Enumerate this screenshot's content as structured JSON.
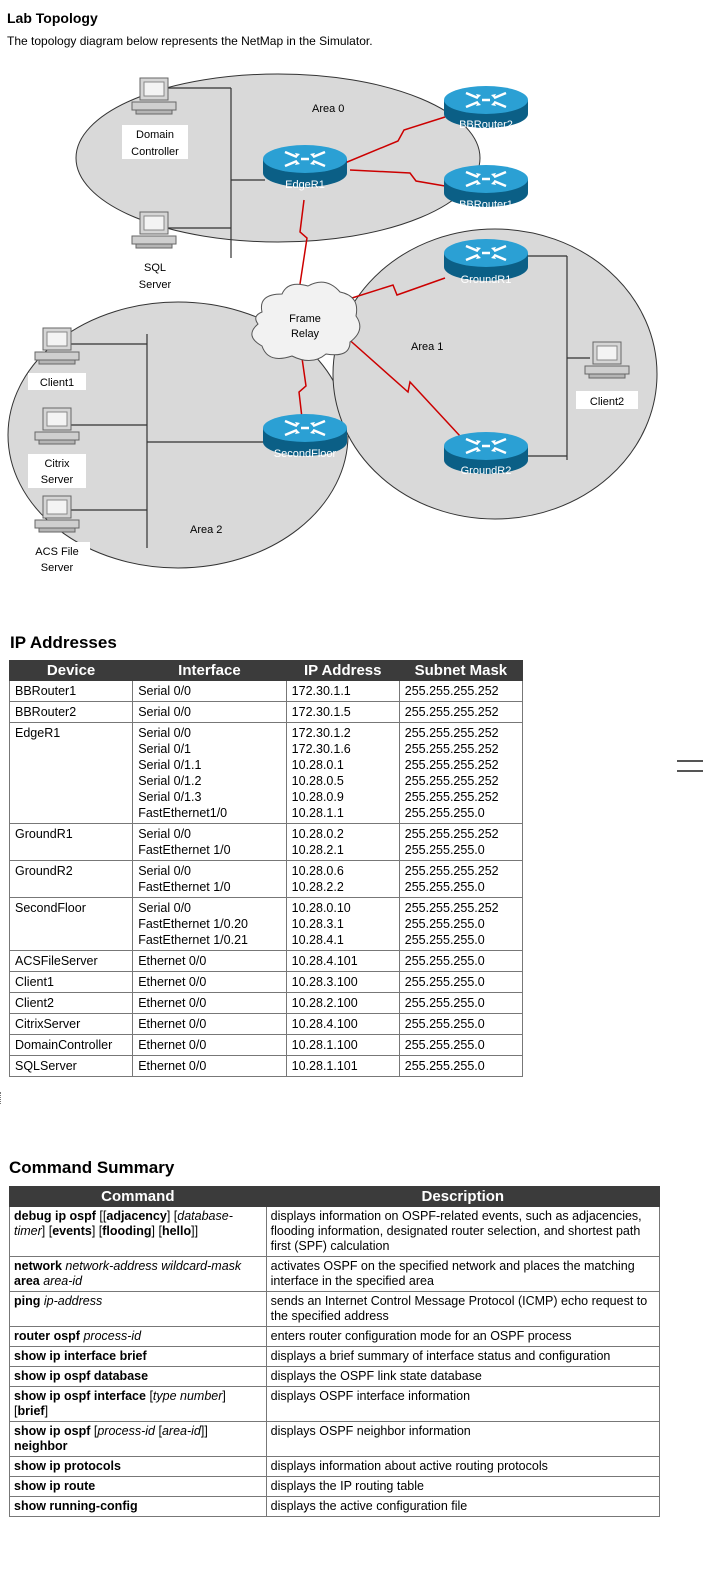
{
  "header": {
    "title": "Lab Topology",
    "intro": "The topology diagram below represents the NetMap in the Simulator."
  },
  "diagram": {
    "areas": {
      "area0": "Area 0",
      "area1": "Area 1",
      "area2": "Area 2"
    },
    "cloud": {
      "line1": "Frame",
      "line2": "Relay"
    },
    "routers": {
      "bbrouter2": "BBRouter2",
      "bbrouter1": "BBRouter1",
      "edger1": "EdgeR1",
      "groundr1": "GroundR1",
      "groundr2": "GroundR2",
      "secondfloor": "SecondFloor"
    },
    "hosts": {
      "domain": {
        "line1": "Domain",
        "line2": "Controller"
      },
      "sql": {
        "line1": "SQL",
        "line2": "Server"
      },
      "client1": {
        "line1": "Client1"
      },
      "citrix": {
        "line1": "Citrix",
        "line2": "Server"
      },
      "acs": {
        "line1": "ACS File",
        "line2": "Server"
      },
      "client2": {
        "line1": "Client2"
      }
    },
    "colors": {
      "area_fill": "#d9d9d9",
      "router": "#1a8fc1",
      "serial_link": "#cc0000"
    }
  },
  "ip_section": {
    "title": "IP Addresses",
    "headers": [
      "Device",
      "Interface",
      "IP Address",
      "Subnet Mask"
    ],
    "rows": [
      {
        "device": "BBRouter1",
        "interfaces": [
          "Serial 0/0"
        ],
        "ips": [
          "172.30.1.1"
        ],
        "masks": [
          "255.255.255.252"
        ]
      },
      {
        "device": "BBRouter2",
        "interfaces": [
          "Serial 0/0"
        ],
        "ips": [
          "172.30.1.5"
        ],
        "masks": [
          "255.255.255.252"
        ]
      },
      {
        "device": "EdgeR1",
        "interfaces": [
          "Serial 0/0",
          "Serial 0/1",
          "Serial 0/1.1",
          "Serial 0/1.2",
          "Serial 0/1.3",
          "FastEthernet1/0"
        ],
        "ips": [
          "172.30.1.2",
          "172.30.1.6",
          "10.28.0.1",
          "10.28.0.5",
          "10.28.0.9",
          "10.28.1.1"
        ],
        "masks": [
          "255.255.255.252",
          "255.255.255.252",
          "255.255.255.252",
          "255.255.255.252",
          "255.255.255.252",
          "255.255.255.0"
        ]
      },
      {
        "device": "GroundR1",
        "interfaces": [
          "Serial 0/0",
          "FastEthernet 1/0"
        ],
        "ips": [
          "10.28.0.2",
          "10.28.2.1"
        ],
        "masks": [
          "255.255.255.252",
          "255.255.255.0"
        ]
      },
      {
        "device": "GroundR2",
        "interfaces": [
          "Serial 0/0",
          "FastEthernet 1/0"
        ],
        "ips": [
          "10.28.0.6",
          "10.28.2.2"
        ],
        "masks": [
          "255.255.255.252",
          "255.255.255.0"
        ]
      },
      {
        "device": "SecondFloor",
        "interfaces": [
          "Serial 0/0",
          "FastEthernet 1/0.20",
          "FastEthernet 1/0.21"
        ],
        "ips": [
          "10.28.0.10",
          "10.28.3.1",
          "10.28.4.1"
        ],
        "masks": [
          "255.255.255.252",
          "255.255.255.0",
          "255.255.255.0"
        ]
      },
      {
        "device": "ACSFileServer",
        "interfaces": [
          "Ethernet 0/0"
        ],
        "ips": [
          "10.28.4.101"
        ],
        "masks": [
          "255.255.255.0"
        ]
      },
      {
        "device": "Client1",
        "interfaces": [
          "Ethernet 0/0"
        ],
        "ips": [
          "10.28.3.100"
        ],
        "masks": [
          "255.255.255.0"
        ]
      },
      {
        "device": "Client2",
        "interfaces": [
          "Ethernet 0/0"
        ],
        "ips": [
          "10.28.2.100"
        ],
        "masks": [
          "255.255.255.0"
        ]
      },
      {
        "device": "CitrixServer",
        "interfaces": [
          "Ethernet 0/0"
        ],
        "ips": [
          "10.28.4.100"
        ],
        "masks": [
          "255.255.255.0"
        ]
      },
      {
        "device": "DomainController",
        "interfaces": [
          "Ethernet 0/0"
        ],
        "ips": [
          "10.28.1.100"
        ],
        "masks": [
          "255.255.255.0"
        ]
      },
      {
        "device": "SQLServer",
        "interfaces": [
          "Ethernet 0/0"
        ],
        "ips": [
          "10.28.1.101"
        ],
        "masks": [
          "255.255.255.0"
        ]
      }
    ]
  },
  "cmd_section": {
    "title": "Command Summary",
    "headers": [
      "Command",
      "Description"
    ],
    "rows": [
      {
        "cmd": [
          [
            "b",
            "debug ip ospf "
          ],
          [
            "n",
            "[["
          ],
          [
            "b",
            "adjacency"
          ],
          [
            "n",
            "] ["
          ],
          [
            "i",
            "database-timer"
          ],
          [
            "n",
            "] ["
          ],
          [
            "b",
            "events"
          ],
          [
            "n",
            "] ["
          ],
          [
            "b",
            "flooding"
          ],
          [
            "n",
            "] ["
          ],
          [
            "b",
            "hello"
          ],
          [
            "n",
            "]]"
          ]
        ],
        "desc": "displays information on OSPF-related events, such as adjacencies, flooding information, designated router selection, and shortest path first (SPF) calculation"
      },
      {
        "cmd": [
          [
            "b",
            "network "
          ],
          [
            "i",
            "network-address wildcard-mask "
          ],
          [
            "b",
            "area "
          ],
          [
            "i",
            "area-id"
          ]
        ],
        "desc": "activates OSPF on the specified network and places the matching interface in the specified area"
      },
      {
        "cmd": [
          [
            "b",
            "ping "
          ],
          [
            "i",
            "ip-address"
          ]
        ],
        "desc": "sends an Internet Control Message Protocol (ICMP) echo request to the specified address"
      },
      {
        "cmd": [
          [
            "b",
            "router ospf "
          ],
          [
            "i",
            "process-id"
          ]
        ],
        "desc": "enters router configuration mode for an OSPF process"
      },
      {
        "cmd": [
          [
            "b",
            "show ip interface brief"
          ]
        ],
        "desc": "displays a brief summary of interface status and configuration"
      },
      {
        "cmd": [
          [
            "b",
            "show ip ospf database"
          ]
        ],
        "desc": "displays the OSPF link state database"
      },
      {
        "cmd": [
          [
            "b",
            "show ip ospf interface "
          ],
          [
            "n",
            "["
          ],
          [
            "i",
            "type number"
          ],
          [
            "n",
            "] ["
          ],
          [
            "b",
            "brief"
          ],
          [
            "n",
            "]"
          ]
        ],
        "desc": "displays OSPF interface information"
      },
      {
        "cmd": [
          [
            "b",
            "show ip ospf "
          ],
          [
            "n",
            "["
          ],
          [
            "i",
            "process-id"
          ],
          [
            "n",
            " ["
          ],
          [
            "i",
            "area-id"
          ],
          [
            "n",
            "]] "
          ],
          [
            "b",
            "neighbor"
          ]
        ],
        "desc": "displays OSPF neighbor information"
      },
      {
        "cmd": [
          [
            "b",
            "show ip protocols"
          ]
        ],
        "desc": "displays information about active routing protocols"
      },
      {
        "cmd": [
          [
            "b",
            "show ip route"
          ]
        ],
        "desc": "displays the IP routing table"
      },
      {
        "cmd": [
          [
            "b",
            "show running-config"
          ]
        ],
        "desc": "displays the active configuration file"
      }
    ]
  }
}
